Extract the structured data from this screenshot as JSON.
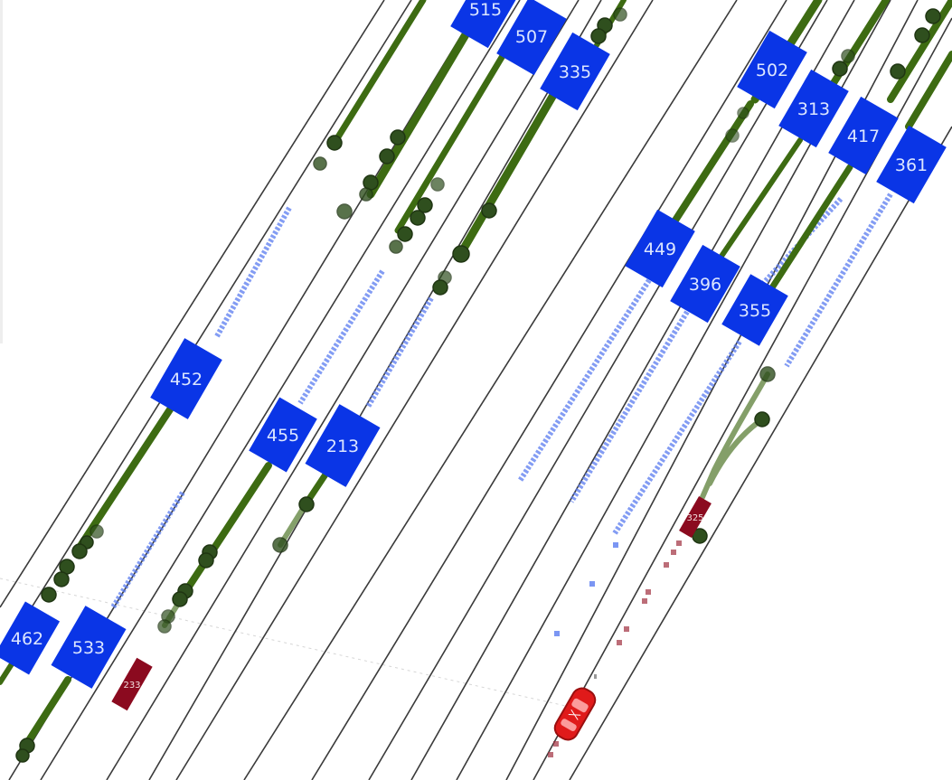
{
  "colors": {
    "lane_line": "#3a3a3a",
    "vehicle": "#0a35e6",
    "trajectory": "#3d6b12",
    "trajectory_faded": "#6f8f50",
    "node": "#2f4f1e",
    "forecast_blue": "#5a7cf0",
    "forecast_red": "#a0303f",
    "marker_red": "#8b0a1f",
    "ego": "#e01a1a"
  },
  "ego_label": "ego-vehicle",
  "vehicles": [
    {
      "id": "515"
    },
    {
      "id": "507"
    },
    {
      "id": "335"
    },
    {
      "id": "502"
    },
    {
      "id": "313"
    },
    {
      "id": "417"
    },
    {
      "id": "361"
    },
    {
      "id": "449"
    },
    {
      "id": "396"
    },
    {
      "id": "355"
    },
    {
      "id": "452"
    },
    {
      "id": "455"
    },
    {
      "id": "213"
    },
    {
      "id": "462"
    },
    {
      "id": "533"
    }
  ],
  "markers": [
    {
      "id": "233"
    },
    {
      "id": "325"
    }
  ]
}
